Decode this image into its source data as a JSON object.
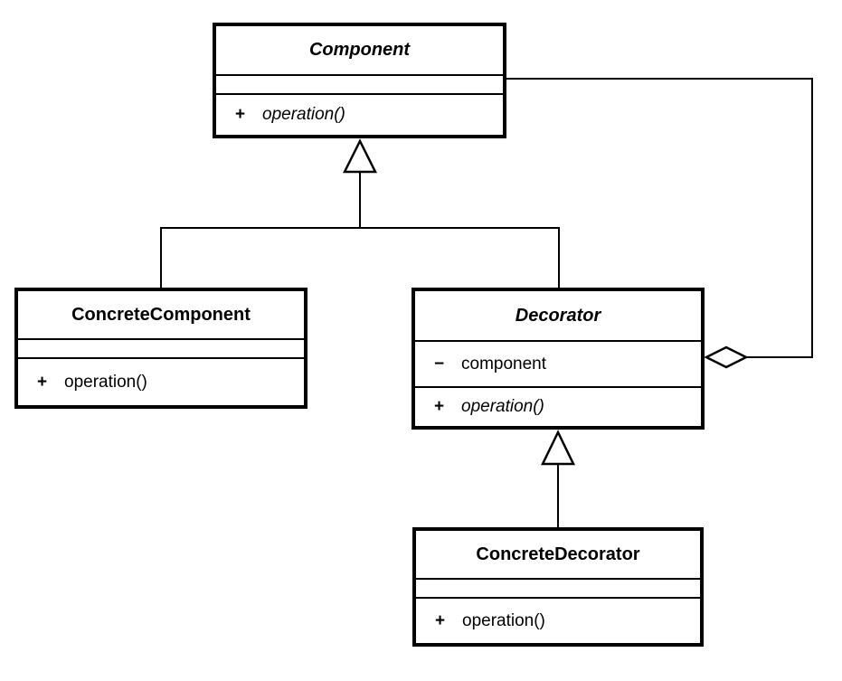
{
  "colors": {
    "line": "#000000",
    "background": "#ffffff"
  },
  "classes": {
    "component": {
      "name": "Component",
      "operations": [
        {
          "visibility": "+",
          "signature": "operation()"
        }
      ]
    },
    "concrete_component": {
      "name": "ConcreteComponent",
      "operations": [
        {
          "visibility": "+",
          "signature": "operation()"
        }
      ]
    },
    "decorator": {
      "name": "Decorator",
      "attributes": [
        {
          "visibility": "−",
          "name": "component"
        }
      ],
      "operations": [
        {
          "visibility": "+",
          "signature": "operation()"
        }
      ]
    },
    "concrete_decorator": {
      "name": "ConcreteDecorator",
      "operations": [
        {
          "visibility": "+",
          "signature": "operation()"
        }
      ]
    }
  }
}
